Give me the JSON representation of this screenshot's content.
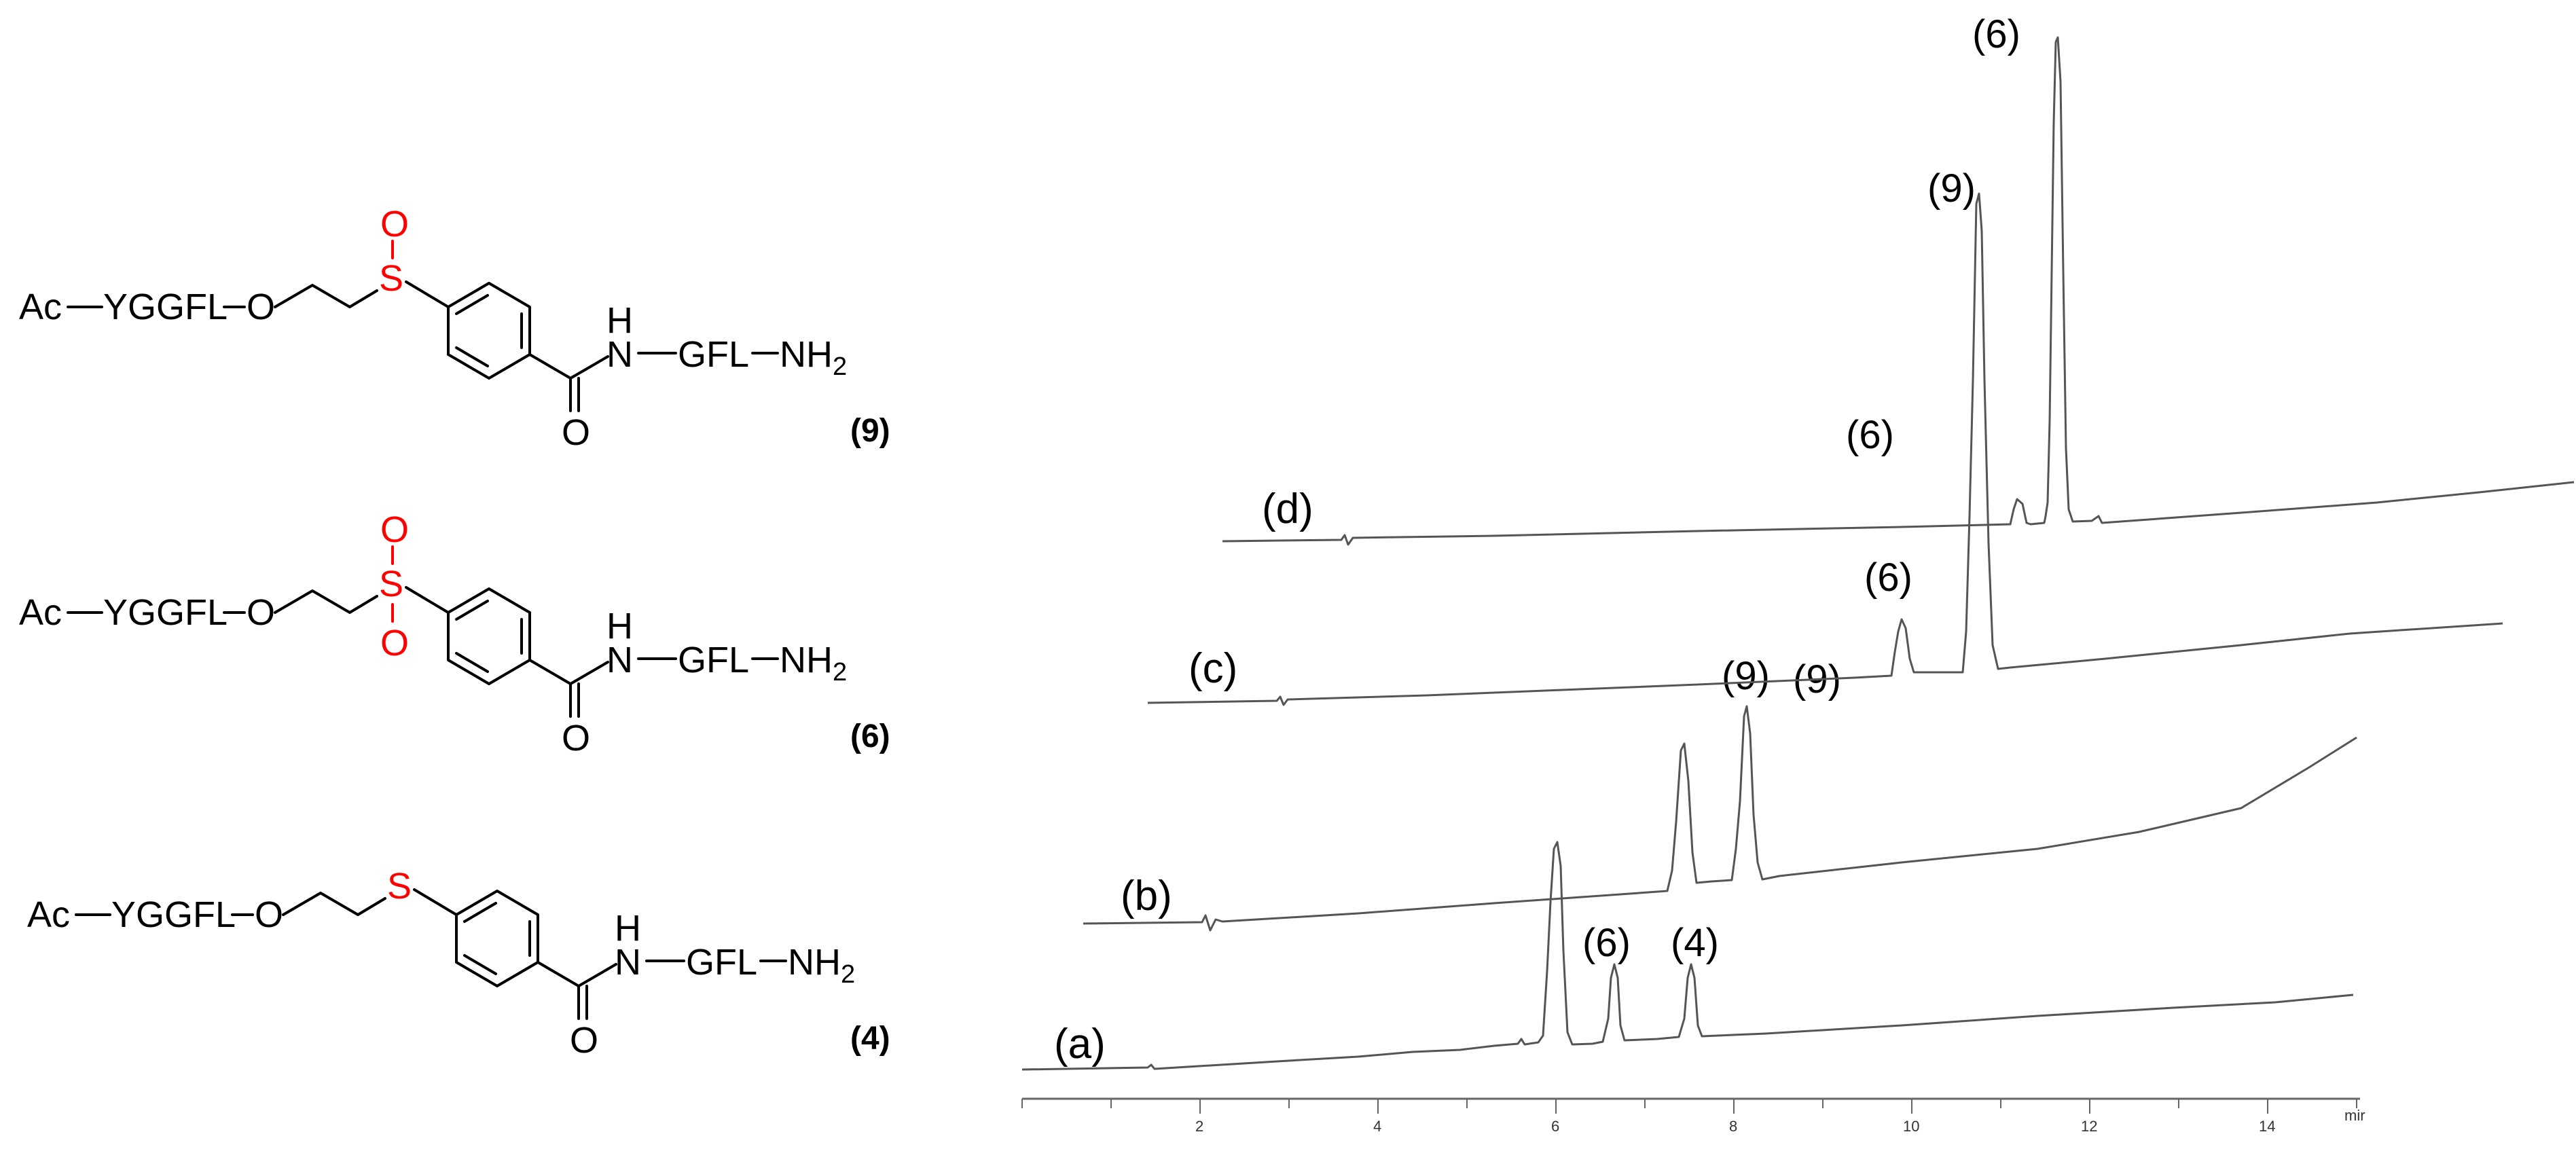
{
  "compounds": [
    {
      "id": "cmpd-9",
      "label": "(9)",
      "prefix": "Ac",
      "peptide_n": "YGGFL",
      "o_atom": "O",
      "sulfur": "S",
      "sulfur_oxygens": [
        "O"
      ],
      "nh_h": "H",
      "nh_n": "N",
      "peptide_c": "GFL",
      "nh2": "NH",
      "nh2_sub": "2",
      "carbonyl_o": "O"
    },
    {
      "id": "cmpd-6",
      "label": "(6)",
      "prefix": "Ac",
      "peptide_n": "YGGFL",
      "o_atom": "O",
      "sulfur": "S",
      "sulfur_oxygens": [
        "O",
        "O"
      ],
      "nh_h": "H",
      "nh_n": "N",
      "peptide_c": "GFL",
      "nh2": "NH",
      "nh2_sub": "2",
      "carbonyl_o": "O"
    },
    {
      "id": "cmpd-4",
      "label": "(4)",
      "prefix": "Ac",
      "peptide_n": "YGGFL",
      "o_atom": "O",
      "sulfur": "S",
      "sulfur_oxygens": [],
      "nh_h": "H",
      "nh_n": "N",
      "peptide_c": "GFL",
      "nh2": "NH",
      "nh2_sub": "2",
      "carbonyl_o": "O"
    }
  ],
  "chromatogram": {
    "x_axis": {
      "ticks": [
        "2",
        "4",
        "6",
        "8",
        "10",
        "12",
        "14"
      ],
      "unit": "mir"
    },
    "traces": [
      {
        "label": "(a)",
        "peaks": [
          {
            "label": "(6)"
          },
          {
            "label": "(4)"
          }
        ]
      },
      {
        "label": "(b)",
        "peaks": [
          {
            "label": "(9)"
          },
          {
            "label": "(9)"
          }
        ]
      },
      {
        "label": "(c)",
        "peaks": [
          {
            "label": "(6)"
          },
          {
            "label": "(9)"
          }
        ]
      },
      {
        "label": "(d)",
        "peaks": [
          {
            "label": "(6)"
          },
          {
            "label": "(6)"
          }
        ]
      }
    ]
  },
  "colors": {
    "structure": "#000000",
    "sulfur_highlight": "#ff0000",
    "trace": "#555555"
  }
}
